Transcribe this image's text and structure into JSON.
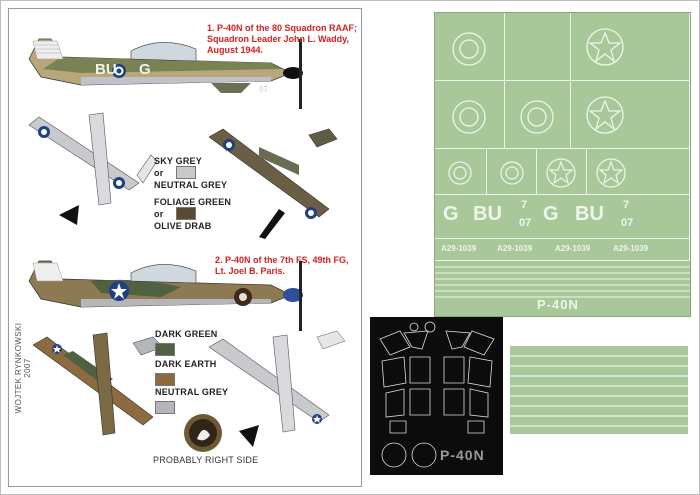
{
  "aircraft_1": {
    "caption": "1. P-40N of the 80 Squadron RAAF;\nSquadron Leader John L. Waddy,\nAugust 1944.",
    "code_left": "BU",
    "code_right": "G",
    "serial": "07"
  },
  "swatches_1": [
    {
      "label": "SKY GREY",
      "color": "#c9c9cc"
    },
    {
      "label": "or",
      "color": ""
    },
    {
      "label": "NEUTRAL GREY",
      "color": "#9fa0a4"
    },
    {
      "label": "FOLIAGE GREEN",
      "color": "#5e5c45"
    },
    {
      "label": "or",
      "color": ""
    },
    {
      "label": "OLIVE DRAB",
      "color": "#5a4a34"
    }
  ],
  "aircraft_2": {
    "caption": "2. P-40N of the 7th FS, 49th FG,\nLt. Joel B. Paris."
  },
  "swatches_2": [
    {
      "label": "DARK GREEN",
      "color": "#4f6140"
    },
    {
      "label": "DARK EARTH",
      "color": "#8d6b3e"
    },
    {
      "label": "NEUTRAL GREY",
      "color": "#b4b6bc"
    }
  ],
  "credit": "WOJTEK RYNKOWSKI 2007",
  "footnote": "PROBABLY RIGHT SIDE",
  "mask_sheet": {
    "codes": [
      "G",
      "BU",
      "7",
      "07",
      "G",
      "BU",
      "7",
      "07"
    ],
    "serials": [
      "A29-1039",
      "A29-1039",
      "A29-1039",
      "A29-1039"
    ],
    "title": "P-40N"
  },
  "black_sheet": {
    "title": "P-40N"
  },
  "colors": {
    "mask_green": "#a9c89a",
    "roundel_blue": "#1f3f86",
    "red_text": "#d42020"
  }
}
